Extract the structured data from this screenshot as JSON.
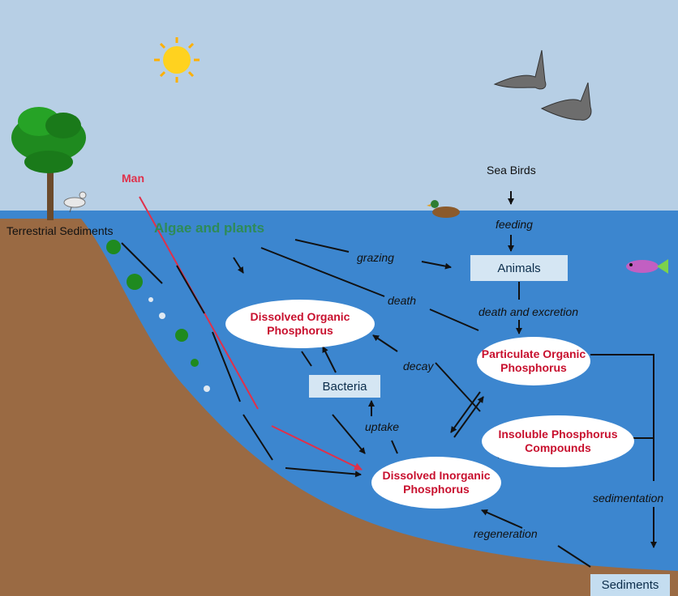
{
  "labels": {
    "man": "Man",
    "algae": "Algae and plants",
    "terrestrial": "Terrestrial Sediments",
    "sea_birds": "Sea Birds",
    "feeding": "feeding",
    "grazing": "grazing",
    "death": "death",
    "death_excretion": "death and excretion",
    "decay": "decay",
    "uptake": "uptake",
    "regeneration": "regeneration",
    "sedimentation": "sedimentation"
  },
  "boxes": {
    "animals": "Animals",
    "bacteria": "Bacteria",
    "sediments": "Sediments"
  },
  "nodes": {
    "dop": "Dissolved Organic\nPhosphorus",
    "pop": "Particulate Organic\nPhosphorus",
    "ipc": "Insoluble Phosphorus\nCompounds",
    "dip": "Dissolved Inorganic\nPhosphorus"
  },
  "colors": {
    "sky": "#b7cfe5",
    "water": "#3c86cf",
    "land": "#9a6a43",
    "node_text": "#c8102e",
    "man": "#e0304a",
    "algae": "#2e8b57",
    "box_fill": "#d5e6f3"
  }
}
